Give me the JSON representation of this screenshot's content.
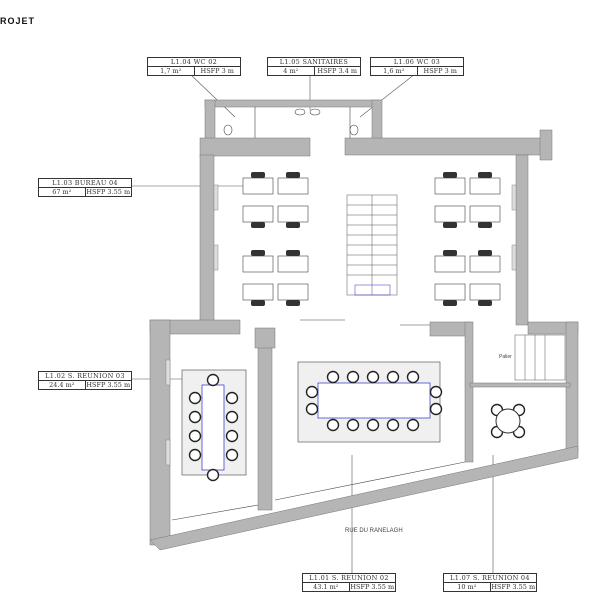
{
  "title": "ROJET",
  "street": "RUE DU RANELAGH",
  "landing": "Palier",
  "colors": {
    "wall": "#b5b5b5",
    "line": "#444444",
    "dimension": "#2a2ad0"
  },
  "rooms": [
    {
      "id": "wc02",
      "name": "L1.04 WC 02",
      "area": "1,7 m²",
      "height": "HSFP 3 m"
    },
    {
      "id": "sanitaires",
      "name": "L1.05 SANITAIRES",
      "area": "4 m²",
      "height": "HSFP 3.4 m"
    },
    {
      "id": "wc03",
      "name": "L1.06 WC 03",
      "area": "1,6 m²",
      "height": "HSFP 3 m"
    },
    {
      "id": "bureau04",
      "name": "L1.03 BUREAU 04",
      "area": "67 m²",
      "height": "HSFP 3.55 m"
    },
    {
      "id": "reunion03",
      "name": "L1.02 S. REUNION 03",
      "area": "24.4 m²",
      "height": "HSFP 3.55 m"
    },
    {
      "id": "reunion02",
      "name": "L1.01 S. REUNION 02",
      "area": "43.1 m²",
      "height": "HSFP 3.55 m"
    },
    {
      "id": "reunion04",
      "name": "L1.07 S. REUNION 04",
      "area": "10 m²",
      "height": "HSFP 3.55 m"
    }
  ]
}
